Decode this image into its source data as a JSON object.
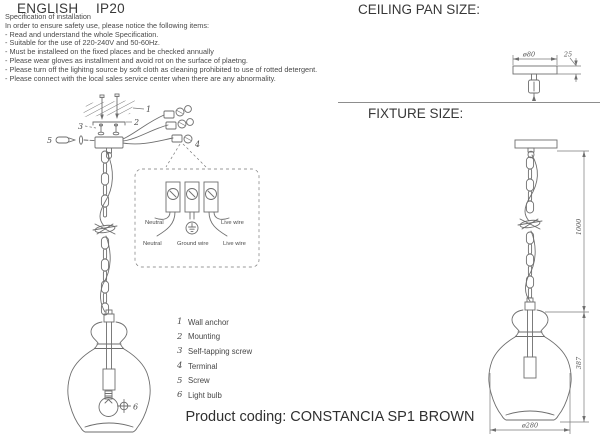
{
  "header": {
    "language": "ENGLISH",
    "ip_rating": "IP20"
  },
  "spec": {
    "title": "Specification of installation",
    "intro": "In order to ensure safety use, please notice the following items:",
    "items": [
      "- Read and understand the whole Specification.",
      "- Suitable for the use of 220-240V and 50-60Hz.",
      "- Must be installeed on the fixed places and be checked annually",
      "- Please wear gloves as installment and avoid rot on the surface of plaetng.",
      "- Please turn off the lighitng source by soft cloth as cleaning prohibited to use of rotted detergent.",
      "- Please connect with the local sales service center when there are any abnormality."
    ]
  },
  "parts": [
    {
      "num": "1",
      "label": "Wall anchor"
    },
    {
      "num": "2",
      "label": "Mounting"
    },
    {
      "num": "3",
      "label": "Self-tapping screw"
    },
    {
      "num": "4",
      "label": "Terminal"
    },
    {
      "num": "5",
      "label": "Screw"
    },
    {
      "num": "6",
      "label": "Light bulb"
    }
  ],
  "wiring": {
    "neutral_top": "Neutral",
    "neutral_bottom": "Neutral",
    "ground": "Ground wire",
    "live_top": "Live wire",
    "live_bottom": "Live wire"
  },
  "ceiling_pan": {
    "heading": "CEILING PAN SIZE:",
    "dim_diameter": "ø80",
    "dim_height": "25"
  },
  "fixture": {
    "heading": "FIXTURE SIZE:",
    "dim_chain_length": "1000",
    "dim_body_height": "387",
    "dim_body_diameter": "ø280"
  },
  "footer": {
    "product_coding": "Product coding: CONSTANCIA SP1 BROWN"
  }
}
